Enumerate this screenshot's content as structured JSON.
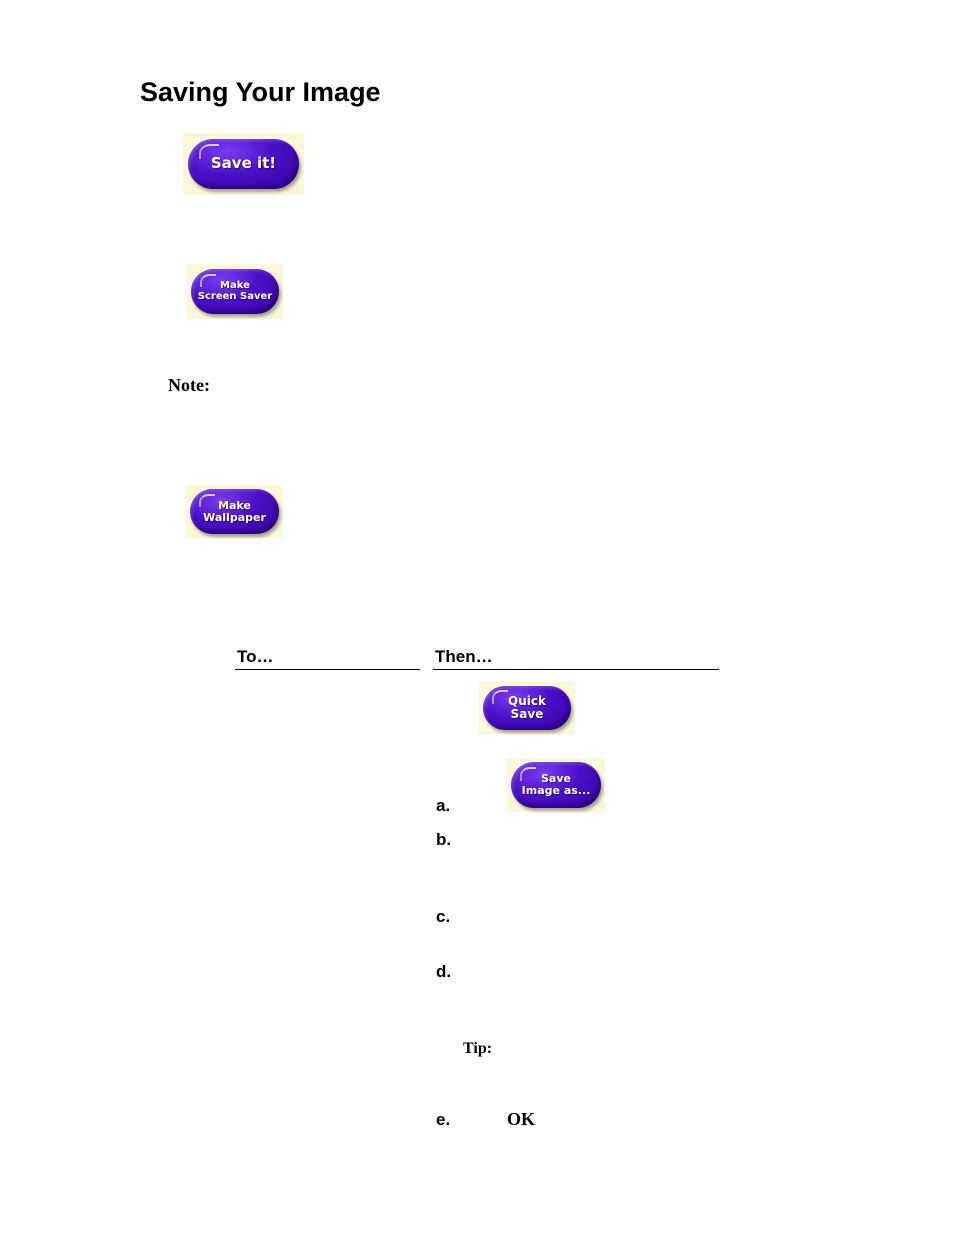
{
  "page": {
    "title": "Saving Your Image"
  },
  "buttons": {
    "save_it": "Save it!",
    "make_screen_saver": "Make\nScreen Saver",
    "make_wallpaper": "Make\nWallpaper",
    "quick_save": "Quick\nSave",
    "save_image_as": "Save\nImage as..."
  },
  "labels": {
    "note": "Note:",
    "tip": "Tip:",
    "ok": "OK"
  },
  "table": {
    "headers": [
      "To…",
      "Then…"
    ],
    "steps": [
      "a.",
      "b.",
      "c.",
      "d.",
      "e."
    ]
  },
  "colors": {
    "button_purple": "#4a10c8",
    "button_backdrop": "#fbf8d8"
  }
}
